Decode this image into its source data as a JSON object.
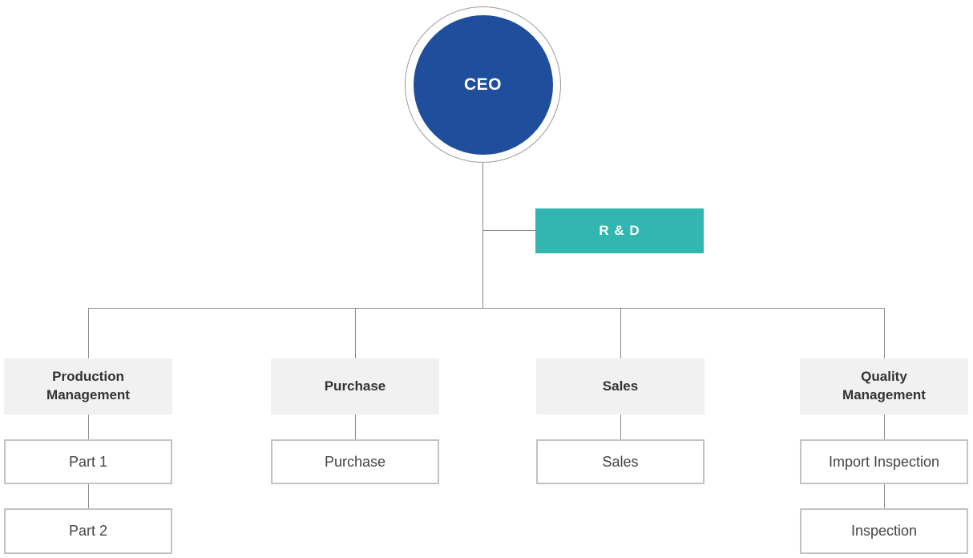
{
  "diagram": {
    "root": {
      "label": "CEO"
    },
    "staff": {
      "label": "R & D"
    },
    "departments": [
      {
        "label": "Production\nManagement",
        "units": [
          "Part 1",
          "Part 2"
        ]
      },
      {
        "label": "Purchase",
        "units": [
          "Purchase"
        ]
      },
      {
        "label": "Sales",
        "units": [
          "Sales"
        ]
      },
      {
        "label": "Quality\nManagement",
        "units": [
          "Import Inspection",
          "Inspection"
        ]
      }
    ]
  },
  "colors": {
    "ceo_circle": "#1f4e9c",
    "ring_border": "#9a9a9a",
    "rd_box": "#32b6af",
    "header_box": "#f1f1f1",
    "header_text": "#333333",
    "child_text": "#444444",
    "child_border": "#c3c3c3",
    "line": "#8a8a8a"
  }
}
